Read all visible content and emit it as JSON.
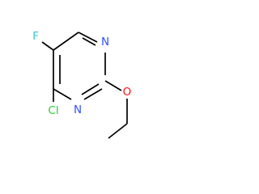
{
  "molecule": {
    "atoms": {
      "fluorine": {
        "label": "F",
        "color": "#33CCCC"
      },
      "chlorine": {
        "label": "Cl",
        "color": "#33CC33"
      },
      "nitrogen_top": {
        "label": "N",
        "color": "#3050F8"
      },
      "nitrogen_bottom": {
        "label": "N",
        "color": "#3050F8"
      },
      "oxygen": {
        "label": "O",
        "color": "#FF0D0D"
      }
    },
    "bond_color": "#000000"
  }
}
